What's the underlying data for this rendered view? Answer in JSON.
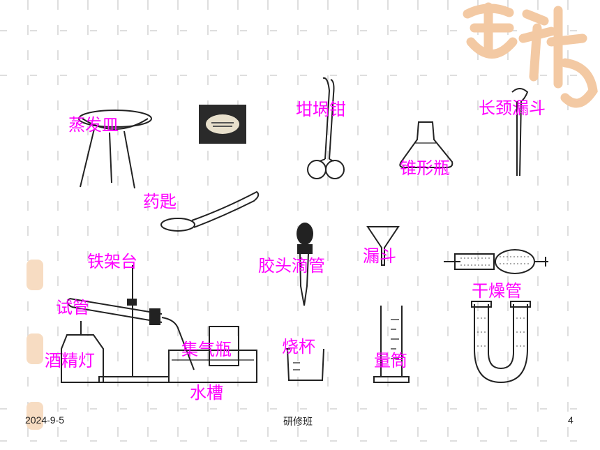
{
  "labels": {
    "evaporating_dish": "蒸发皿",
    "crucible_tongs": "坩埚钳",
    "long_neck_funnel": "长颈漏斗",
    "erlenmeyer_flask": "锥形瓶",
    "spatula": "药匙",
    "iron_stand": "铁架台",
    "dropper": "胶头滴管",
    "funnel": "漏斗",
    "drying_tube": "干燥管",
    "test_tube": "试管",
    "alcohol_lamp": "酒精灯",
    "gas_jar": "集气瓶",
    "beaker": "烧杯",
    "graduated_cylinder": "量筒",
    "water_trough": "水槽"
  },
  "footer": {
    "date": "2024-9-5",
    "center": "研修班",
    "page": "4"
  },
  "colors": {
    "label": "#ff00ff",
    "decor": "#f3c9a3"
  }
}
